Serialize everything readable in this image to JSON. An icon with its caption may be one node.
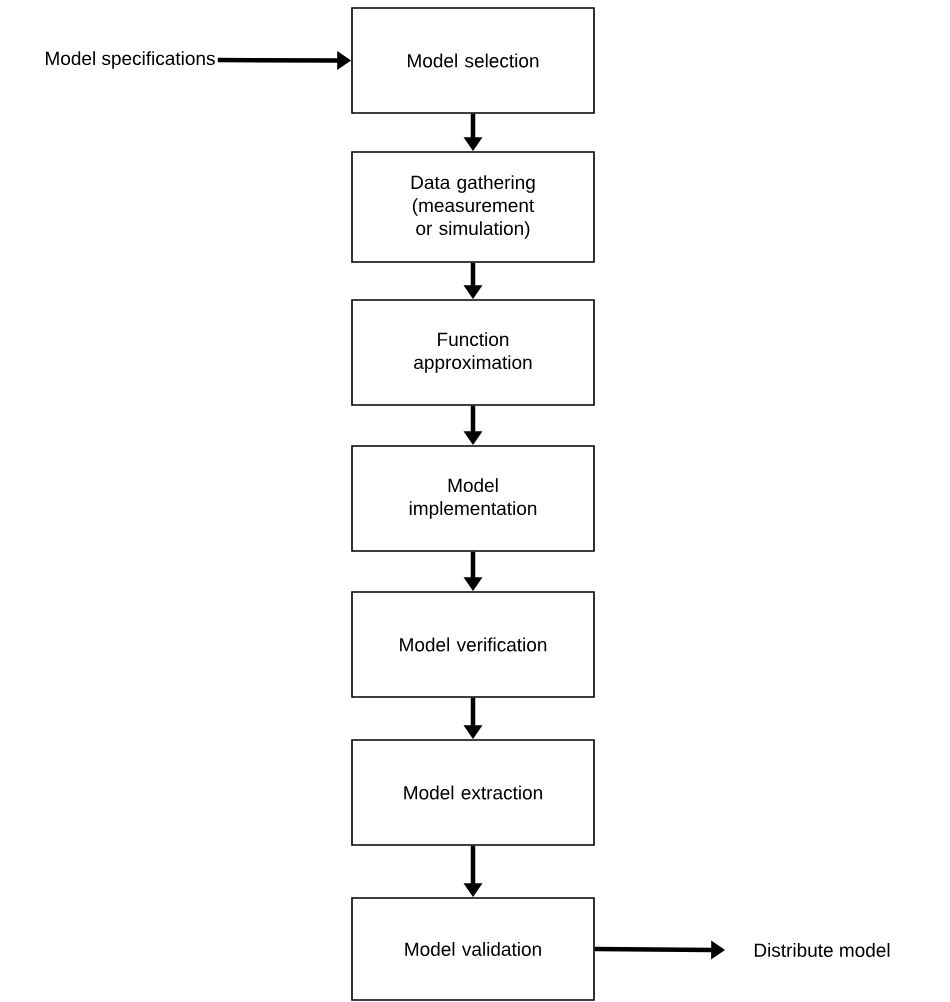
{
  "diagram": {
    "nodes": [
      {
        "text": [
          "Model specifications"
        ]
      },
      {
        "text": [
          "Model selection"
        ]
      },
      {
        "text": [
          "Data gathering (measurement or simulation)"
        ]
      },
      {
        "text": [
          "Function approximation"
        ]
      },
      {
        "text": [
          "Model implementation"
        ]
      },
      {
        "text": [
          "Model verification"
        ]
      },
      {
        "text": [
          "Model extraction"
        ]
      },
      {
        "text": [
          "Model validation"
        ]
      },
      {
        "text": [
          "Distribute model"
        ]
      }
    ],
    "edges": [
      {
        "from": 0,
        "to": 1,
        "arrow": "to"
      },
      {
        "from": 1,
        "to": 2,
        "arrow": "to"
      },
      {
        "from": 2,
        "to": 3,
        "arrow": "to"
      },
      {
        "from": 3,
        "to": 4,
        "arrow": "to"
      },
      {
        "from": 4,
        "to": 5,
        "arrow": "to"
      },
      {
        "from": 5,
        "to": 6,
        "arrow": "to"
      },
      {
        "from": 6,
        "to": 7,
        "arrow": "to"
      },
      {
        "from": 7,
        "to": 8,
        "arrow": "to"
      }
    ]
  }
}
